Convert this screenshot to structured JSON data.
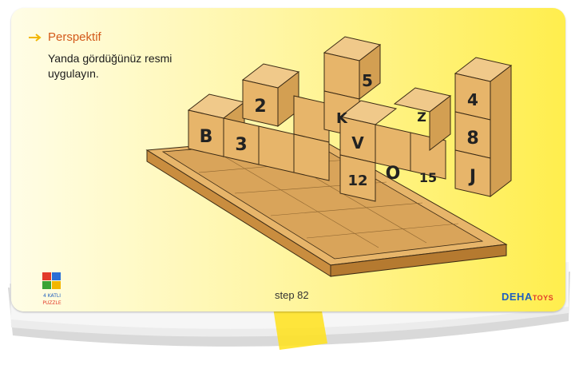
{
  "card": {
    "title": "Perspektif",
    "instruction": "Yanda gördüğünüz resmi uygulayın.",
    "step_label": "step 82"
  },
  "brand": {
    "part1": "DEHA",
    "part2": "TOYS"
  },
  "puzzle_logo": {
    "text1": "4 KATLI",
    "text2": "PUZZLE"
  },
  "blocks": {
    "left_faces": [
      "B",
      "3",
      "2"
    ],
    "top_labels": [
      "K",
      "5",
      "4",
      "V"
    ],
    "right_faces": [
      "12",
      "O",
      "15",
      "8",
      "J",
      "Z"
    ]
  },
  "colors": {
    "title": "#d35a1b",
    "accent": "#ffe21a",
    "wood": "#e7b56a",
    "wood_dark": "#c98d3f"
  }
}
